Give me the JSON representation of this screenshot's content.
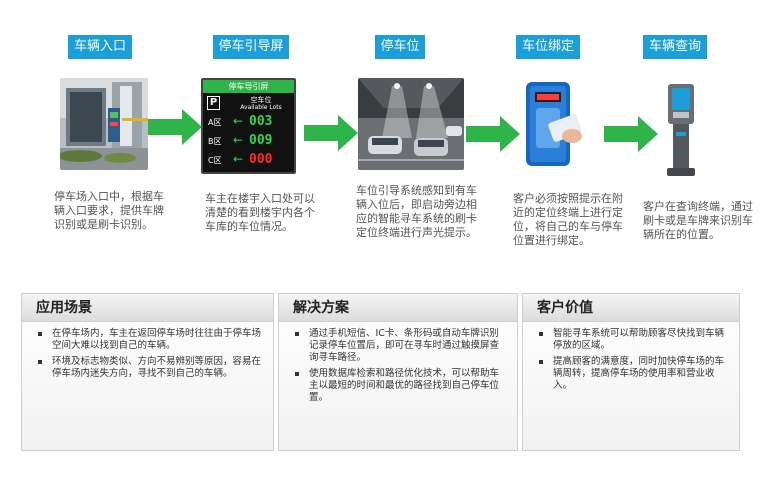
{
  "steps": [
    {
      "title": "车辆入口",
      "desc": "停车场入口中，根据车辆入口要求，提供车牌识别或是刷卡识别。"
    },
    {
      "title": "停车引导屏",
      "desc": "车主在楼宇入口处可以清楚的看到楼宇内各个车库的车位情况。",
      "sign": {
        "header": "停车导引屏",
        "p": "P",
        "cn": "空车位",
        "en": "Available Lots",
        "rows": [
          {
            "zone": "A区",
            "value": "003"
          },
          {
            "zone": "B区",
            "value": "009"
          },
          {
            "zone": "C区",
            "value": "000"
          }
        ]
      }
    },
    {
      "title": "停车位",
      "desc": "车位引导系统感知到有车辆入位后，即启动旁边相应的智能寻车系统的刷卡定位终端进行声光提示。"
    },
    {
      "title": "车位绑定",
      "desc": "客户必须按照提示在附近的定位终端上进行定位，将自己的车与停车位置进行绑定。"
    },
    {
      "title": "车辆查询",
      "desc": "客户在查询终端，通过刷卡或是车牌来识别车辆所在的位置。"
    }
  ],
  "panels": [
    {
      "title": "应用场景",
      "items": [
        "在停车场内，车主在返回停车场时往往由于停车场空间大难以找到自己的车辆。",
        "环境及标志物类似、方向不易辨别等原因，容易在停车场内迷失方向，寻找不到自己的车辆。"
      ]
    },
    {
      "title": "解决方案",
      "items": [
        "通过手机短信、IC卡、条形码或自动车牌识别记录停车位置后，即可在寻车时通过触摸屏查询寻车路径。",
        "使用数据库检索和路径优化技术，可以帮助车主以最短的时间和最优的路径找到自己停车位置。"
      ]
    },
    {
      "title": "客户价值",
      "items": [
        "智能寻车系统可以帮助顾客尽快找到车辆停放的区域。",
        "提高顾客的满意度，同时加快停车场的车辆周转，提高停车场的使用率和营业收入。"
      ]
    }
  ],
  "colors": {
    "title_bg": "#1a9fd9",
    "arrow": "#2fb44a",
    "sign_green": "#2fd35a",
    "sign_red": "#ff2b2b"
  }
}
